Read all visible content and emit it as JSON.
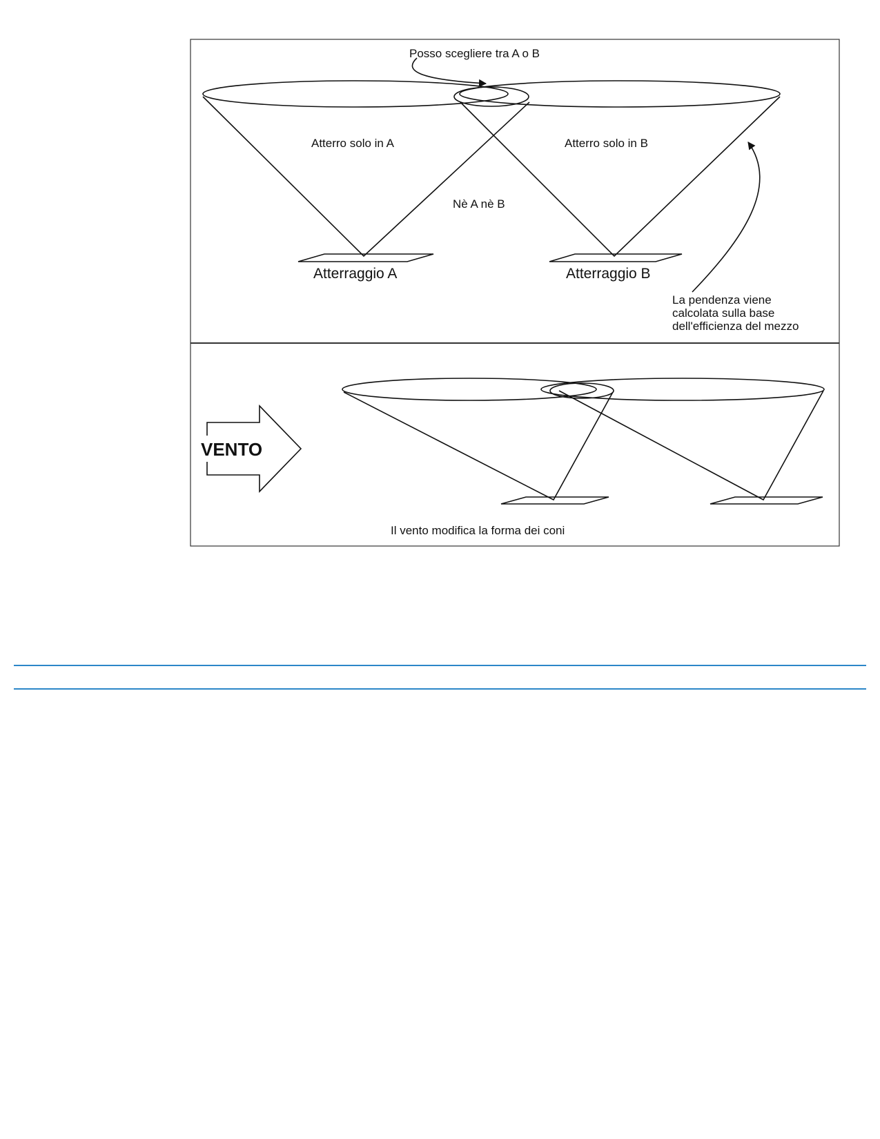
{
  "top_panel": {
    "choice_label": "Posso scegliere tra A o B",
    "zone_a_label": "Atterro solo in A",
    "zone_b_label": "Atterro solo in B",
    "neither_label": "Nè A nè B",
    "landing_a_label": "Atterraggio A",
    "landing_b_label": "Atterraggio B",
    "slope_note_lines": [
      "La pendenza viene",
      "calcolata sulla base",
      "dell'efficienza del mezzo"
    ]
  },
  "bottom_panel": {
    "wind_label": "VENTO",
    "caption": "Il vento modifica la forma dei coni"
  },
  "colors": {
    "line": "#111111",
    "rule": "#2b86c8"
  }
}
